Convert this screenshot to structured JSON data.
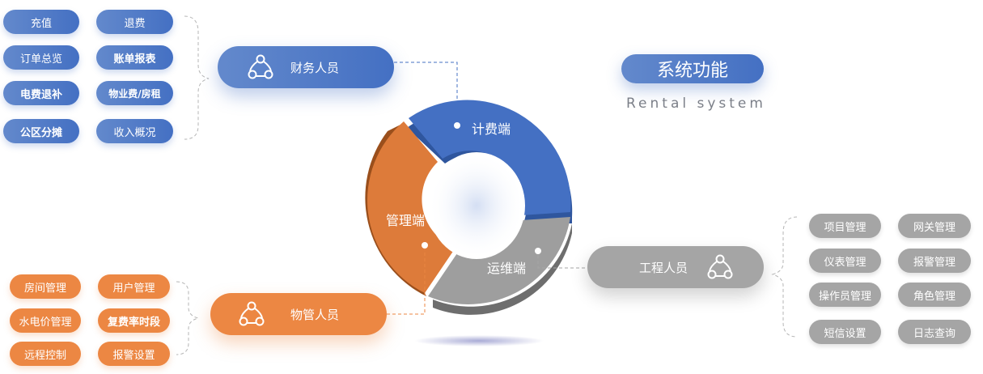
{
  "header": {
    "title": "系统功能",
    "subtitle": "Rental system"
  },
  "colors": {
    "blue": "#4470c3",
    "orange": "#ec8743",
    "grey": "#a5a5a5"
  },
  "ring": {
    "segments": [
      {
        "label": "计费端",
        "color": "#4470c3"
      },
      {
        "label": "管理端",
        "color": "#dd7b3a"
      },
      {
        "label": "运维端",
        "color": "#9e9e9e"
      }
    ]
  },
  "roles": {
    "finance": {
      "label": "财务人员",
      "icon": "people-group-icon",
      "functions": [
        "充值",
        "退费",
        "订单总览",
        "账单报表",
        "电费退补",
        "物业费/房租",
        "公区分摊",
        "收入概况"
      ]
    },
    "property": {
      "label": "物管人员",
      "icon": "people-group-icon",
      "functions": [
        "房间管理",
        "用户管理",
        "水电价管理",
        "复费率时段",
        "远程控制",
        "报警设置"
      ]
    },
    "engineer": {
      "label": "工程人员",
      "icon": "people-group-icon",
      "functions": [
        "项目管理",
        "网关管理",
        "仪表管理",
        "报警管理",
        "操作员管理",
        "角色管理",
        "短信设置",
        "日志查询"
      ]
    }
  }
}
